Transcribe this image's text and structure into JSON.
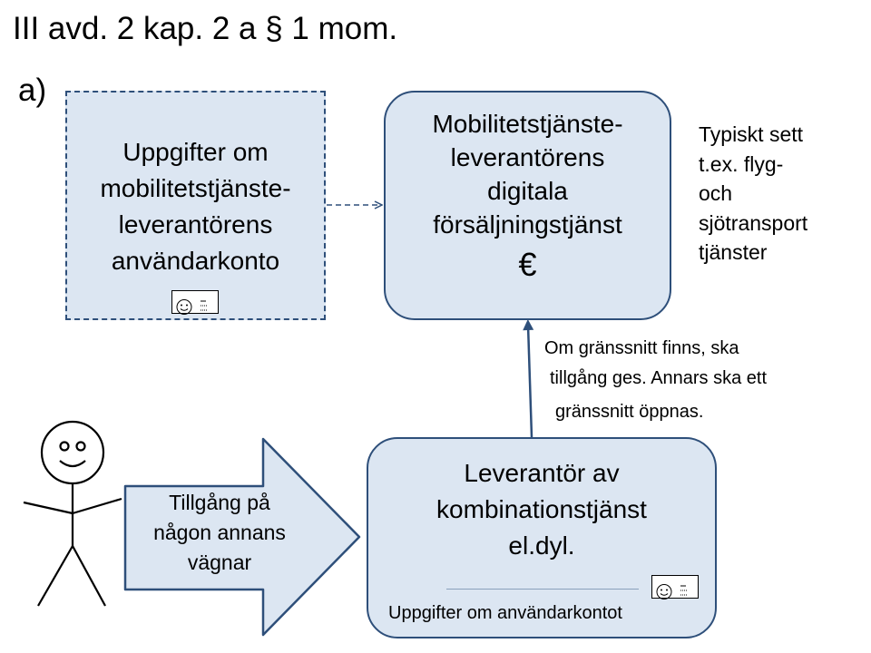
{
  "title": "III avd. 2 kap. 2 a § 1 mom.",
  "section_label": "a)",
  "user_account_box": {
    "lines": [
      "Uppgifter om",
      "mobilitetstjänste-",
      "leverantörens",
      "användarkonto"
    ]
  },
  "sales_service_box": {
    "lines": [
      "Mobilitetstjänste-",
      "leverantörens",
      "digitala",
      "försäljningstjänst"
    ],
    "currency": "€"
  },
  "typical_note": {
    "lines": [
      "Typiskt sett",
      "t.ex. flyg-",
      "och",
      "sjötransport",
      "tjänster"
    ]
  },
  "interface_note": {
    "lines": [
      "Om gränssnitt finns, ska",
      "tillgång ges. Annars ska ett",
      "gränssnitt öppnas."
    ]
  },
  "access_arrow": {
    "lines": [
      "Tillgång på",
      "någon annans",
      "vägnar"
    ]
  },
  "combination_box": {
    "lines": [
      "Leverantör av",
      "kombinationstjänst",
      "el.dyl."
    ],
    "footer": "Uppgifter om användarkontot"
  },
  "colors": {
    "box_fill": "#dce6f2",
    "box_border": "#2e4f7a",
    "connector": "#2e4f7a"
  },
  "icons": [
    "person-figure-icon",
    "id-card-icon"
  ]
}
